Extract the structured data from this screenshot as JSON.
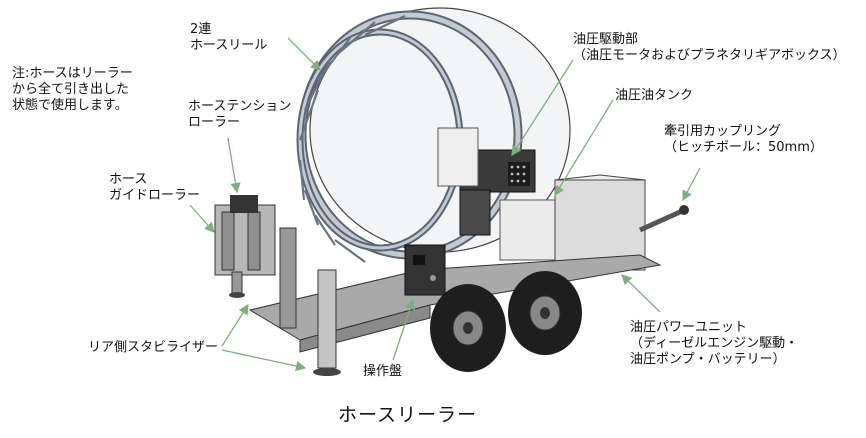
{
  "labels": {
    "note": "注:ホースはリーラー\nから全て引き出した\n状態で使用します。",
    "hose_reel": "2連\nホースリール",
    "tension_roller": "ホーステンション\nローラー",
    "guide_roller": "ホース\nガイドローラー",
    "hydraulic_drive": "油圧駆動部\n（油圧モータおよびプラネタリギアボックス）",
    "oil_tank": "油圧油タンク",
    "towing_coupling": "牽引用カップリング\n（ヒッチボール：50mm）",
    "rear_stabilizer": "リア側スタビライザー",
    "control_panel": "操作盤",
    "power_unit": "油圧パワーユニット\n（ディーゼルエンジン駆動・\n油圧ポンプ・バッテリー）"
  },
  "title": "ホースリーラー",
  "colors": {
    "leader": "#7fae7f",
    "frame": "#9aa3ac",
    "reel": "#c3cad2",
    "body": "#e7e8ea",
    "dark": "#2b2b2b"
  }
}
